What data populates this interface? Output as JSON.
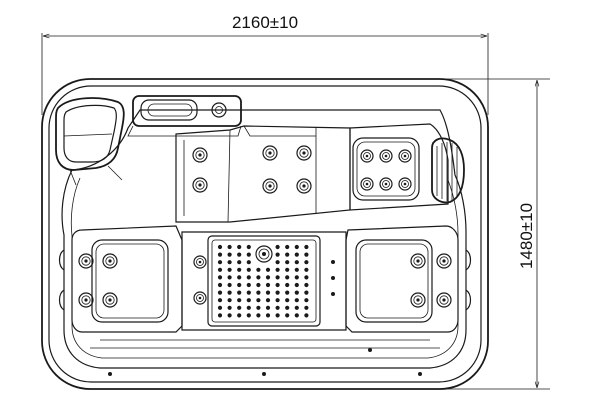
{
  "drawing": {
    "width_dimension": "2160±10",
    "height_dimension": "1480±10"
  },
  "features": {
    "grid_holes_rows": 10,
    "grid_holes_cols": 10,
    "icons": [
      "jet-icon",
      "drain-icon",
      "pillow-icon",
      "control-panel-icon"
    ]
  },
  "colors": {
    "line": "#1a1a1a",
    "background": "#ffffff"
  }
}
